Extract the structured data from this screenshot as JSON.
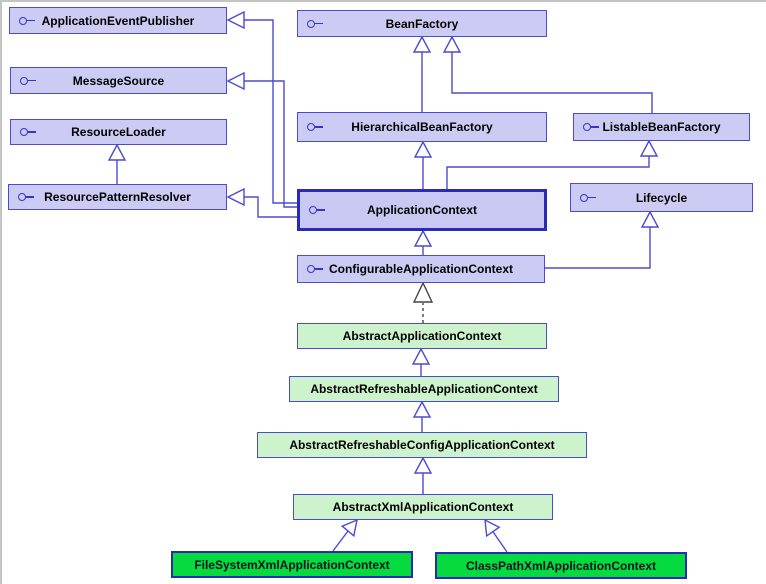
{
  "diagram": {
    "kind": "uml-class-diagram",
    "colors": {
      "interface_fill": "#cbcbf4",
      "abstract_class_fill": "#cdf3cd",
      "concrete_class_fill": "#05DB3F",
      "border_and_line": "#4a4ad2",
      "main_border": "#2a2ab8",
      "dashed_line": "#444444",
      "background": "#ffffff"
    },
    "nodes": [
      {
        "label": "ApplicationEventPublisher",
        "kind": "interface",
        "icon": "interface-lollipop-icon"
      },
      {
        "label": "BeanFactory",
        "kind": "interface",
        "icon": "interface-lollipop-icon"
      },
      {
        "label": "MessageSource",
        "kind": "interface",
        "icon": "interface-lollipop-icon"
      },
      {
        "label": "ResourceLoader",
        "kind": "interface",
        "icon": "interface-lollipop-icon"
      },
      {
        "label": "HierarchicalBeanFactory",
        "kind": "interface",
        "icon": "interface-lollipop-icon"
      },
      {
        "label": "ListableBeanFactory",
        "kind": "interface",
        "icon": "interface-lollipop-icon"
      },
      {
        "label": "ResourcePatternResolver",
        "kind": "interface",
        "icon": "interface-lollipop-icon"
      },
      {
        "label": "ApplicationContext",
        "kind": "interface",
        "icon": "interface-lollipop-icon"
      },
      {
        "label": "Lifecycle",
        "kind": "interface",
        "icon": "interface-lollipop-icon"
      },
      {
        "label": "ConfigurableApplicationContext",
        "kind": "interface",
        "icon": "interface-lollipop-icon"
      },
      {
        "label": "AbstractApplicationContext",
        "kind": "abstract-class"
      },
      {
        "label": "AbstractRefreshableApplicationContext",
        "kind": "abstract-class"
      },
      {
        "label": "AbstractRefreshableConfigApplicationContext",
        "kind": "abstract-class"
      },
      {
        "label": "AbstractXmlApplicationContext",
        "kind": "abstract-class"
      },
      {
        "label": "FileSystemXmlApplicationContext",
        "kind": "concrete-class"
      },
      {
        "label": "ClassPathXmlApplicationContext",
        "kind": "concrete-class"
      }
    ],
    "edges": [
      {
        "from": "HierarchicalBeanFactory",
        "to": "BeanFactory",
        "style": "solid-hollow-triangle"
      },
      {
        "from": "ListableBeanFactory",
        "to": "BeanFactory",
        "style": "solid-hollow-triangle"
      },
      {
        "from": "ApplicationContext",
        "to": "HierarchicalBeanFactory",
        "style": "solid-hollow-triangle"
      },
      {
        "from": "ApplicationContext",
        "to": "ListableBeanFactory",
        "style": "solid-hollow-triangle"
      },
      {
        "from": "ApplicationContext",
        "to": "ApplicationEventPublisher",
        "style": "solid-hollow-triangle"
      },
      {
        "from": "ApplicationContext",
        "to": "MessageSource",
        "style": "solid-hollow-triangle"
      },
      {
        "from": "ApplicationContext",
        "to": "ResourcePatternResolver",
        "style": "solid-hollow-triangle"
      },
      {
        "from": "ResourcePatternResolver",
        "to": "ResourceLoader",
        "style": "solid-hollow-triangle"
      },
      {
        "from": "ConfigurableApplicationContext",
        "to": "ApplicationContext",
        "style": "solid-hollow-triangle"
      },
      {
        "from": "ConfigurableApplicationContext",
        "to": "Lifecycle",
        "style": "solid-hollow-triangle"
      },
      {
        "from": "AbstractApplicationContext",
        "to": "ConfigurableApplicationContext",
        "style": "dashed-hollow-triangle"
      },
      {
        "from": "AbstractRefreshableApplicationContext",
        "to": "AbstractApplicationContext",
        "style": "solid-hollow-triangle"
      },
      {
        "from": "AbstractRefreshableConfigApplicationContext",
        "to": "AbstractRefreshableApplicationContext",
        "style": "solid-hollow-triangle"
      },
      {
        "from": "AbstractXmlApplicationContext",
        "to": "AbstractRefreshableConfigApplicationContext",
        "style": "solid-hollow-triangle"
      },
      {
        "from": "FileSystemXmlApplicationContext",
        "to": "AbstractXmlApplicationContext",
        "style": "solid-hollow-triangle"
      },
      {
        "from": "ClassPathXmlApplicationContext",
        "to": "AbstractXmlApplicationContext",
        "style": "solid-hollow-triangle"
      }
    ]
  }
}
